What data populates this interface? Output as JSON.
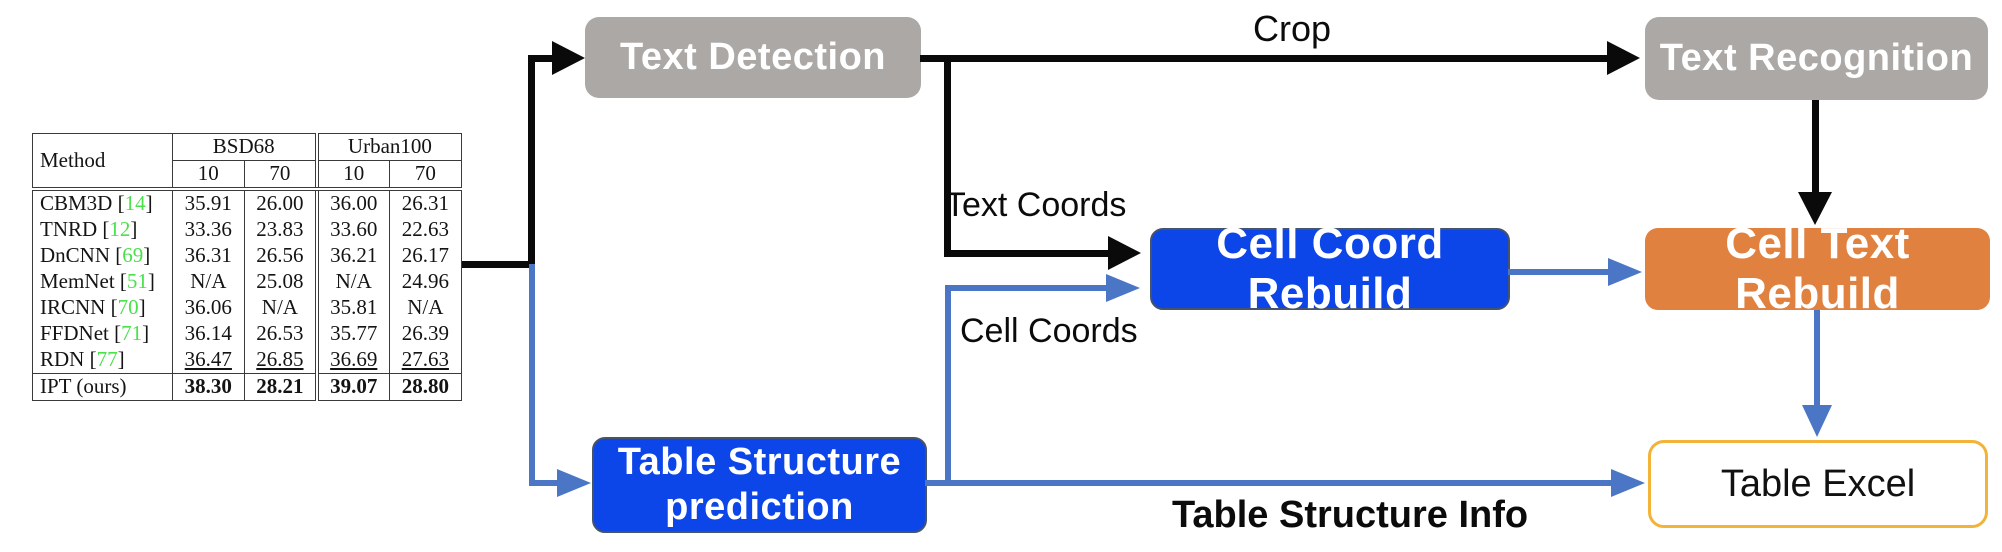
{
  "palette": {
    "box-gray": "#ABA8A6",
    "box-blue": "#0C45E8",
    "box-orange": "#E0813F",
    "excel-border": "#F2B338",
    "arrow-blue": "#4B76C5",
    "arrow-black": "#0A0A0A",
    "ref-green": "#4BE14B"
  },
  "flow": {
    "boxes": {
      "text_detection": {
        "label": "Text Detection"
      },
      "text_recognition": {
        "label": "Text Recognition"
      },
      "cell_coord_rebuild": {
        "label": "Cell Coord Rebuild"
      },
      "cell_text_rebuild": {
        "label": "Cell Text Rebuild"
      },
      "table_structure_prediction": {
        "label": "Table Structure prediction"
      },
      "table_excel": {
        "label": "Table Excel"
      }
    },
    "edge_labels": {
      "crop": "Crop",
      "text_coords": "Text Coords",
      "cell_coords": "Cell Coords",
      "table_structure_info": "Table Structure Info"
    }
  },
  "results_table": {
    "header": {
      "method": "Method",
      "groups": [
        {
          "label": "BSD68",
          "sub": [
            "10",
            "70"
          ]
        },
        {
          "label": "Urban100",
          "sub": [
            "10",
            "70"
          ]
        }
      ]
    },
    "rows": [
      {
        "method": "CBM3D",
        "ref": "14",
        "values": [
          "35.91",
          "26.00",
          "36.00",
          "26.31"
        ]
      },
      {
        "method": "TNRD",
        "ref": "12",
        "values": [
          "33.36",
          "23.83",
          "33.60",
          "22.63"
        ]
      },
      {
        "method": "DnCNN",
        "ref": "69",
        "values": [
          "36.31",
          "26.56",
          "36.21",
          "26.17"
        ]
      },
      {
        "method": "MemNet",
        "ref": "51",
        "values": [
          "N/A",
          "25.08",
          "N/A",
          "24.96"
        ]
      },
      {
        "method": "IRCNN",
        "ref": "70",
        "values": [
          "36.06",
          "N/A",
          "35.81",
          "N/A"
        ]
      },
      {
        "method": "FFDNet",
        "ref": "71",
        "values": [
          "36.14",
          "26.53",
          "35.77",
          "26.39"
        ]
      },
      {
        "method": "RDN",
        "ref": "77",
        "values": [
          "36.47",
          "26.85",
          "36.69",
          "27.63"
        ],
        "underline": true
      },
      {
        "method": "IPT (ours)",
        "ref": null,
        "values": [
          "38.30",
          "28.21",
          "39.07",
          "28.80"
        ],
        "bold": true,
        "separator_above": true
      }
    ]
  }
}
